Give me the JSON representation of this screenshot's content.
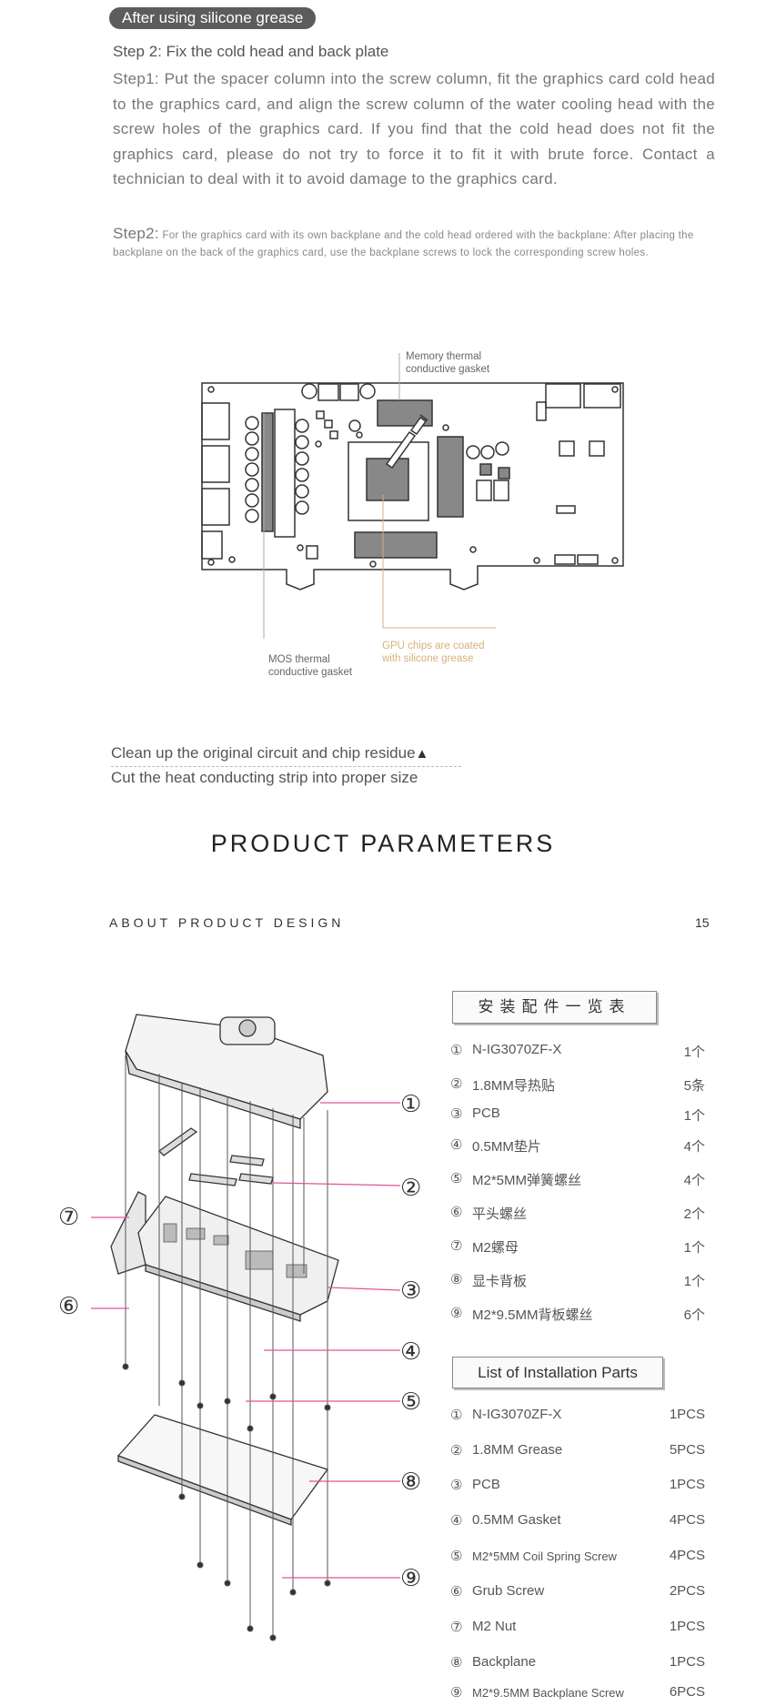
{
  "header": {
    "badge": "After using silicone grease"
  },
  "step_title": "Step 2: Fix the cold head and back plate",
  "step1_text": "Step1: Put the spacer column into the screw column, fit the graphics card cold head to the graphics card, and align the screw column of the water cooling head with the screw holes of the graphics card. If you find that the cold head does not fit the graphics card, please do not try to force it to fit it with brute force. Contact a technician to deal with it to avoid damage to the graphics card.",
  "step2_label": "Step2:",
  "step2_text": "For the graphics card with its own backplane and the cold head ordered with the backplane: After placing the backplane on the back of the graphics card, use the backplane screws to lock the corresponding screw holes.",
  "diagram_labels": {
    "memory_line1": "Memory thermal",
    "memory_line2": "conductive gasket",
    "mos_line1": "MOS thermal",
    "mos_line2": "conductive gasket",
    "gpu_line1": "GPU chips are coated",
    "gpu_line2": "with silicone grease"
  },
  "notes": {
    "line1": "Clean up the original circuit and chip residue",
    "line1_icon": "▲",
    "line2": "Cut the heat conducting strip into proper size"
  },
  "section_title": "PRODUCT PARAMETERS",
  "subsection_title": "ABOUT PRODUCT DESIGN",
  "page_number": "15",
  "callouts": [
    "①",
    "②",
    "③",
    "④",
    "⑤",
    "⑥",
    "⑦",
    "⑧",
    "⑨"
  ],
  "parts_cn": {
    "title": "安装配件一览表",
    "items": [
      {
        "num": "①",
        "name": "N-IG3070ZF-X",
        "qty": "1个"
      },
      {
        "num": "②",
        "name": "1.8MM导热贴",
        "qty": "5条"
      },
      {
        "num": "③",
        "name": "PCB",
        "qty": "1个"
      },
      {
        "num": "④",
        "name": "0.5MM垫片",
        "qty": "4个"
      },
      {
        "num": "⑤",
        "name": "M2*5MM弹簧螺丝",
        "qty": "4个"
      },
      {
        "num": "⑥",
        "name": "平头螺丝",
        "qty": "2个"
      },
      {
        "num": "⑦",
        "name": "M2螺母",
        "qty": "1个"
      },
      {
        "num": "⑧",
        "name": "显卡背板",
        "qty": "1个"
      },
      {
        "num": "⑨",
        "name": "M2*9.5MM背板螺丝",
        "qty": "6个"
      }
    ]
  },
  "parts_en": {
    "title": "List of Installation Parts",
    "items": [
      {
        "num": "①",
        "name": "N-IG3070ZF-X",
        "qty": "1PCS"
      },
      {
        "num": "②",
        "name": "1.8MM Grease",
        "qty": "5PCS"
      },
      {
        "num": "③",
        "name": "PCB",
        "qty": "1PCS"
      },
      {
        "num": "④",
        "name": "0.5MM Gasket",
        "qty": "4PCS"
      },
      {
        "num": "⑤",
        "name": "M2*5MM Coil Spring Screw",
        "qty": "4PCS"
      },
      {
        "num": "⑥",
        "name": "Grub Screw",
        "qty": "2PCS"
      },
      {
        "num": "⑦",
        "name": "M2 Nut",
        "qty": "1PCS"
      },
      {
        "num": "⑧",
        "name": "Backplane",
        "qty": "1PCS"
      },
      {
        "num": "⑨",
        "name": "M2*9.5MM Backplane Screw",
        "qty": "6PCS"
      }
    ]
  },
  "colors": {
    "callout_line": "#e0539a",
    "gpu_label": "#d6b07a",
    "badge_bg": "#5c5c5c"
  }
}
